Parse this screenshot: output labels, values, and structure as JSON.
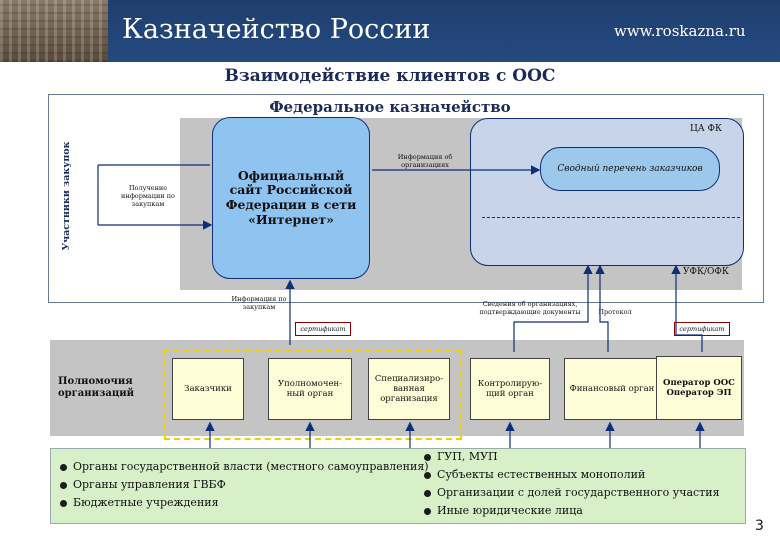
{
  "header": {
    "title": "Казначейство России",
    "url": "www.roskazna.ru"
  },
  "slide_title": "Взаимодействие клиентов с ООС",
  "federal": {
    "title": "Федеральное казначейство",
    "participants_label": "Участники закупок",
    "ca_fk": "ЦА ФК",
    "ufk": "УФК/ОФК",
    "svod": "Сводный перечень заказчиков",
    "site": "Официальный сайт Российской Федерации в сети «Интернет»",
    "get_info": "Получение информации по закупкам",
    "info_org": "Информация об организациях",
    "info_zakupki": "Информация по закупкам",
    "svedeniya": "Сведения об организациях, подтверждающие документы",
    "protokol": "Протокол",
    "cert1": "сертификат",
    "cert2": "сертификат"
  },
  "powers": {
    "label_line1": "Полномочия",
    "label_line2": "организаций",
    "zakazchiki": "Заказчики",
    "upolnom": "Уполномочен-ный орган",
    "special": "Специализиро-ванная организация",
    "kontrol": "Контролирую-щий орган",
    "finans": "Финансовый орган",
    "operator_line1": "Оператор ООС",
    "operator_line2": "Оператор ЭП"
  },
  "bottom": {
    "left": [
      "Органы государственной власти (местного самоуправления)",
      "Органы управления ГВБФ",
      "Бюджетные учреждения"
    ],
    "right": [
      "ГУП, МУП",
      "Субъекты естественных монополий",
      "Организации с долей государственного участия",
      "Иные юридические лица"
    ]
  },
  "page_number": "3"
}
